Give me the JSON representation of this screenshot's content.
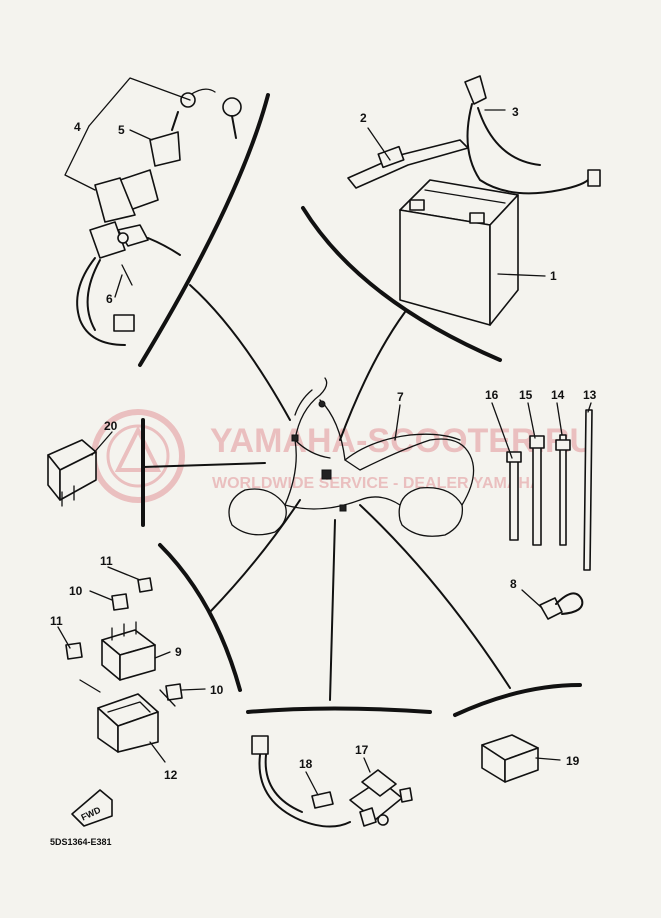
{
  "diagram": {
    "catalog_code": "5DS1364-E381",
    "watermark": {
      "brand": "YAMAHA-SCOOTER.RU",
      "tagline": "WORLDWIDE SERVICE - DEALER YAMAHA"
    },
    "fwd_label": "FWD",
    "callouts": [
      "1",
      "2",
      "3",
      "4",
      "5",
      "6",
      "7",
      "8",
      "9",
      "10",
      "10",
      "11",
      "11",
      "12",
      "13",
      "14",
      "15",
      "16",
      "17",
      "18",
      "19",
      "20"
    ],
    "colors": {
      "ink": "#111111",
      "paper": "#f4f3ee",
      "watermark": "#e9b7b7"
    }
  }
}
